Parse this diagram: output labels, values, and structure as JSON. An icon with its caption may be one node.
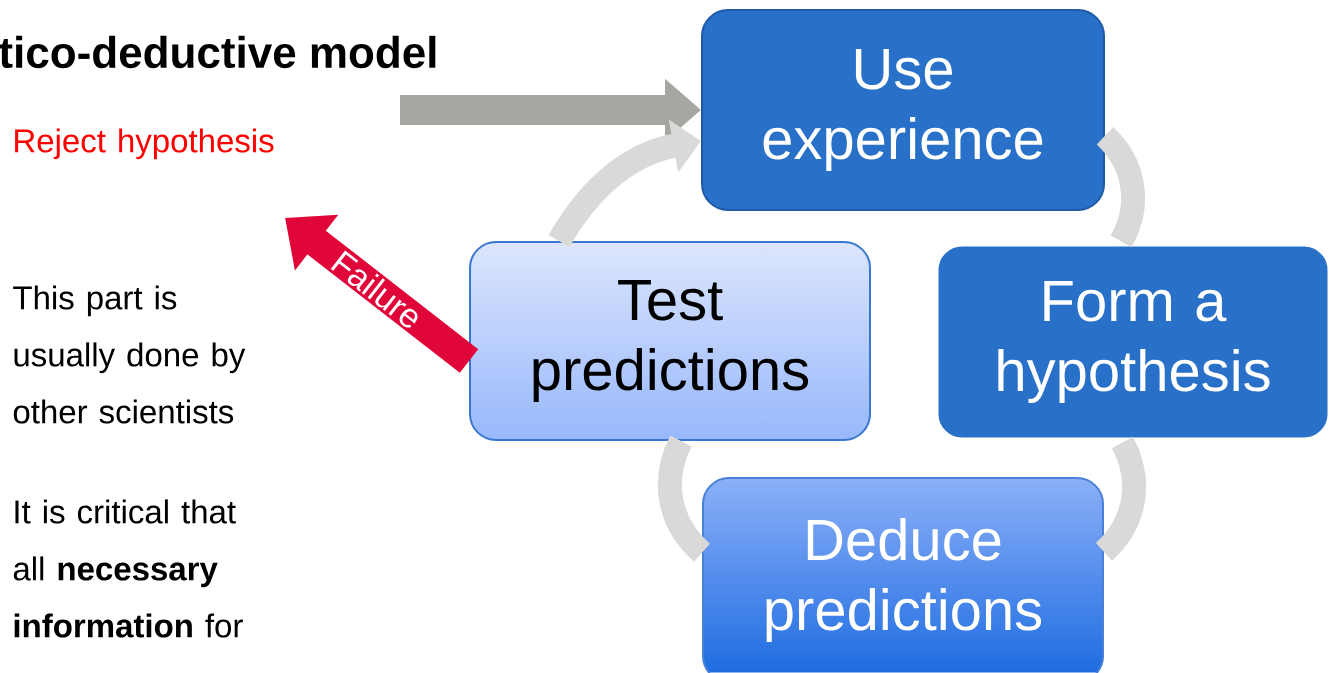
{
  "diagram": {
    "title": "tico-deductive model",
    "nodes": [
      {
        "text": [
          "Use experience"
        ]
      },
      {
        "text": [
          "Form a hypothesis"
        ]
      },
      {
        "text": [
          "Deduce predictions"
        ]
      },
      {
        "text": [
          "Test predictions"
        ]
      }
    ],
    "edges": [
      {
        "from": null,
        "to": 0,
        "arrow": "to",
        "color": "#a6a6a2"
      },
      {
        "from": 0,
        "to": 1,
        "arrow": "none"
      },
      {
        "from": 1,
        "to": 2,
        "arrow": "none"
      },
      {
        "from": 2,
        "to": 3,
        "arrow": "none"
      },
      {
        "from": 3,
        "to": 0,
        "arrow": "to"
      },
      {
        "from": 3,
        "to": null,
        "arrow": "to",
        "label": "Failure",
        "color": "#e0063a"
      }
    ],
    "labels": [
      "Reject hypothesis",
      "This part is usually done by other scientists",
      "It is critical that all **necessary information** for"
    ]
  }
}
